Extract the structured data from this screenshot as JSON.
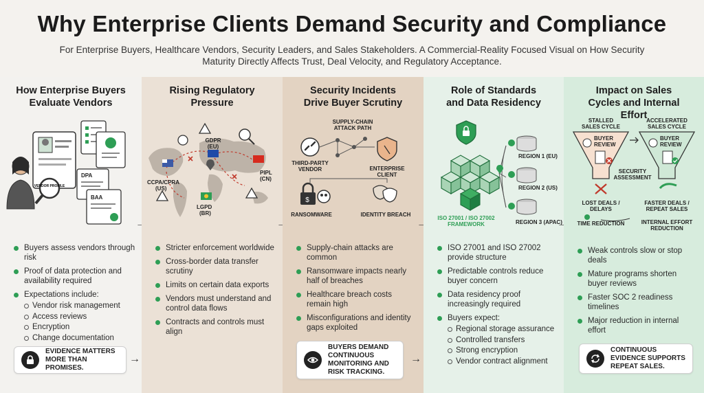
{
  "header": {
    "title": "Why Enterprise Clients Demand Security and Compliance",
    "subtitle": "For Enterprise Buyers, Healthcare Vendors, Security Leaders, and Sales Stakeholders. A Commercial-Reality Focused Visual on How Security Maturity Directly Affects Trust, Deal Velocity, and Regulatory Acceptance."
  },
  "colors": {
    "accent_green": "#2e9e55",
    "col1_bg": "#f3f2ef",
    "col2_bg": "#ebe1d6",
    "col3_bg": "#e3d3c2",
    "col4_bg": "#e6f1e9",
    "col5_bg": "#d7ecdd"
  },
  "columns": [
    {
      "title": "How Enterprise Buyers Evaluate Vendors",
      "labels": {
        "vendor": "VENDOR PROFILE",
        "dpa": "DPA",
        "baa": "BAA"
      },
      "bullets": [
        {
          "text": "Buyers assess vendors through risk"
        },
        {
          "text": "Proof of data protection and availability required"
        },
        {
          "text": "Expectations include:",
          "sub": [
            "Vendor risk management",
            "Access reviews",
            "Encryption",
            "Change documentation"
          ]
        }
      ],
      "callout": "EVIDENCE MATTERS MORE THAN PROMISES."
    },
    {
      "title": "Rising Regulatory Pressure",
      "labels": {
        "gdpr": "GDPR",
        "gdpr_region": "(EU)",
        "ccpa": "CCPA/CPRA",
        "ccpa_region": "(US)",
        "pipl": "PIPL",
        "pipl_region": "(CN)",
        "lgpd": "LGPD",
        "lgpd_region": "(BR)"
      },
      "bullets": [
        {
          "text": "Stricter enforcement worldwide"
        },
        {
          "text": "Cross-border data transfer scrutiny"
        },
        {
          "text": "Limits on certain data exports"
        },
        {
          "text": "Vendors must understand and control data flows"
        },
        {
          "text": "Contracts and controls must align"
        }
      ]
    },
    {
      "title": "Security Incidents Drive Buyer Scrutiny",
      "labels": {
        "attack_path": "SUPPLY-CHAIN",
        "attack_path_2": "ATTACK PATH",
        "third_party": "THIRD-PARTY",
        "third_party_2": "VENDOR",
        "enterprise": "ENTERPRISE",
        "enterprise_2": "CLIENT",
        "ransomware": "RANSOMWARE",
        "identity": "IDENTITY BREACH"
      },
      "bullets": [
        {
          "text": "Supply-chain attacks are common"
        },
        {
          "text": "Ransomware impacts nearly half of breaches"
        },
        {
          "text": "Healthcare breach costs remain high"
        },
        {
          "text": "Misconfigurations and identity gaps exploited"
        }
      ],
      "callout": "BUYERS DEMAND CONTINUOUS MONITORING AND RISK TRACKING."
    },
    {
      "title": "Role of Standards and Data Residency",
      "labels": {
        "framework": "ISO 27001 / ISO 27002",
        "framework_2": "FRAMEWORK",
        "region1": "REGION 1 (EU)",
        "region2": "REGION 2 (US)",
        "region3": "REGION 3 (APAC)"
      },
      "bullets": [
        {
          "text": "ISO 27001 and ISO 27002 provide structure"
        },
        {
          "text": "Predictable controls reduce buyer concern"
        },
        {
          "text": "Data residency proof increasingly required"
        },
        {
          "text": "Buyers expect:",
          "sub": [
            "Regional storage assurance",
            "Controlled transfers",
            "Strong encryption",
            "Vendor contract alignment"
          ]
        }
      ]
    },
    {
      "title": "Impact on Sales Cycles and Internal Effort",
      "labels": {
        "stalled": "STALLED",
        "stalled_2": "SALES CYCLE",
        "accelerated": "ACCELERATED",
        "accelerated_2": "SALES CYCLE",
        "buyer_review": "BUYER",
        "buyer_review_2": "REVIEW",
        "assessment": "SECURITY",
        "assessment_2": "ASSESSMENT",
        "lost": "LOST DEALS /",
        "lost_2": "DELAYS",
        "faster": "FASTER DEALS /",
        "faster_2": "REPEAT SALES",
        "time": "TIME REDUCTION",
        "effort": "INTERNAL EFFORT",
        "effort_2": "REDUCTION"
      },
      "bullets": [
        {
          "text": "Weak controls slow or stop deals"
        },
        {
          "text": "Mature programs shorten buyer reviews"
        },
        {
          "text": "Faster SOC 2 readiness timelines"
        },
        {
          "text": "Major reduction in internal effort"
        }
      ],
      "callout": "CONTINUOUS EVIDENCE SUPPORTS REPEAT SALES."
    }
  ]
}
